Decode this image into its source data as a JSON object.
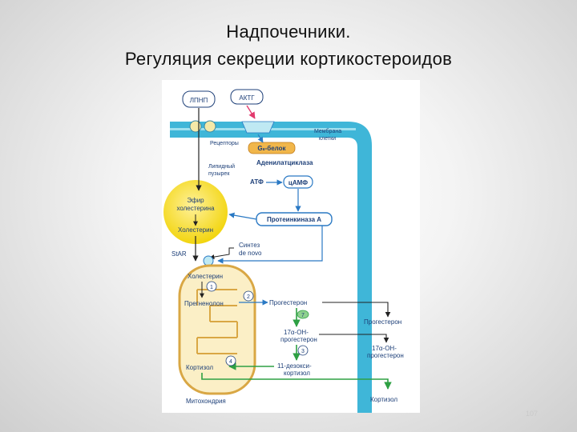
{
  "slide": {
    "title_line1": "Надпочечники.",
    "title_line2": "Регуляция секреции кортикостероидов",
    "page_number": "107"
  },
  "diagram": {
    "lpnp": "ЛПНП",
    "actg": "АКТГ",
    "receptors": "Рецепторы",
    "membrane_line1": "Мембрана",
    "membrane_line2": "клетки",
    "gs_protein": "Gₛ-белок",
    "adenylate_cyclase": "Аденилатциклаза",
    "lipid_line1": "Липидный",
    "lipid_line2": "пузырек",
    "atp": "АТФ",
    "camp": "цАМФ",
    "ester_line1": "Эфир",
    "ester_line2": "холестерина",
    "cholesterol_top": "Холестерин",
    "protein_kinase": "Протеинкиназа А",
    "synth_line1": "Синтез",
    "synth_line2": "de novo",
    "star": "StAR",
    "cholesterol_mito": "Холестерин",
    "pregnenolone": "Прегненолон",
    "progesterone_mid": "Прогестерон",
    "progesterone_right": "Прогестерон",
    "oh_progesterone_mid_line1": "17α-ОН-",
    "oh_progesterone_mid_line2": "прогестерон",
    "oh_progesterone_right_line1": "17α-ОН-",
    "oh_progesterone_right_line2": "прогестерон",
    "deoxy_line1": "11-дезокси-",
    "deoxy_line2": "кортизол",
    "cortisol_mito": "Кортизол",
    "cortisol_right": "Кортизол",
    "mitochondria": "Митохондрия",
    "step1": "1",
    "step2": "2",
    "step3": "3",
    "step4": "4",
    "step7": "7"
  },
  "colors": {
    "cell_blue": "#3fb6d8",
    "nucleus_yellow": "#f4dc1a",
    "mito_fill": "#fbefc6",
    "mito_stroke": "#d9a744",
    "green_arrow": "#2ea043",
    "blue_arrow": "#2a79c4",
    "black_arrow": "#222222",
    "label_blue": "#1d3f78",
    "gs_orange": "#f1b64a"
  }
}
